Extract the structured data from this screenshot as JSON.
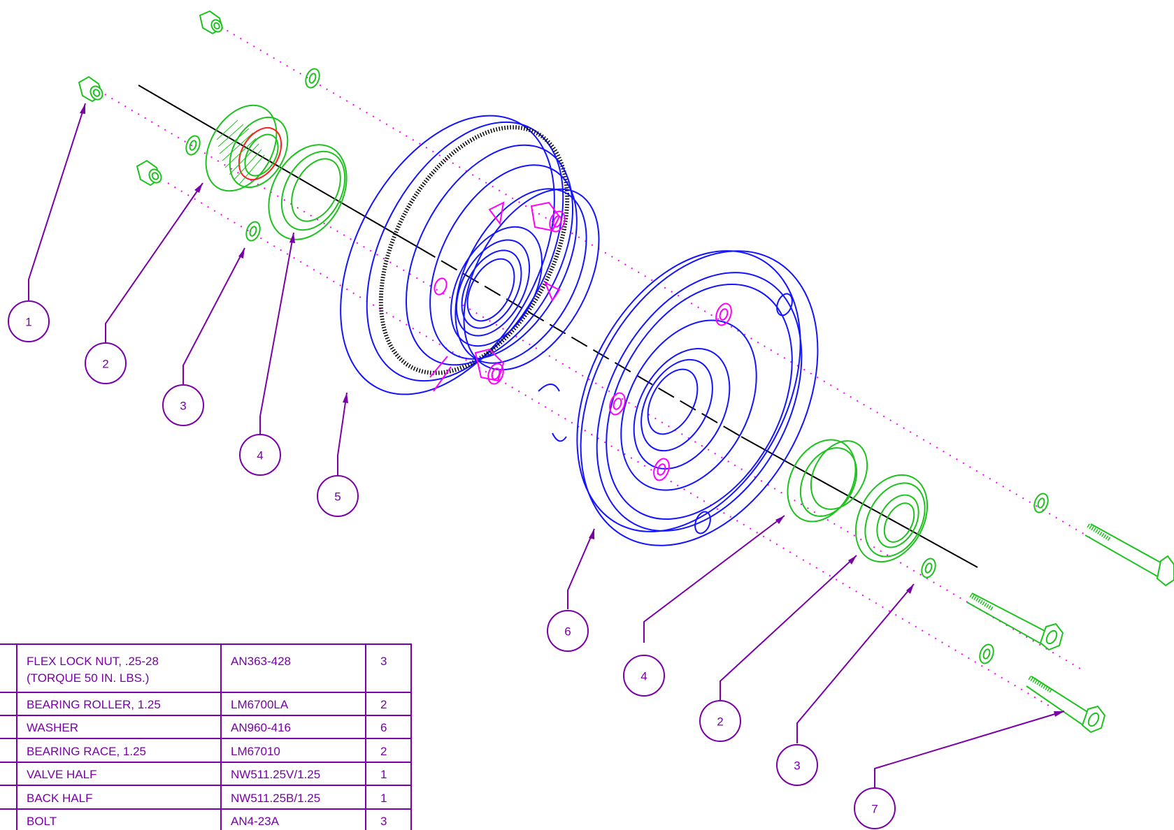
{
  "colors": {
    "callout": "#7a00a8",
    "green": "#1ec21e",
    "blue": "#1414ff",
    "magenta": "#ff00ff",
    "red": "#ff2020",
    "axis": "#000000",
    "dotted": "#ff00ff"
  },
  "callouts": [
    "1",
    "2",
    "3",
    "4",
    "5",
    "6",
    "4",
    "2",
    "3",
    "7"
  ],
  "bom": [
    {
      "desc": "FLEX LOCK NUT, .25-28",
      "desc2": "(TORQUE 50 IN. LBS.)",
      "part": "AN363-428",
      "qty": "3"
    },
    {
      "desc": "BEARING ROLLER, 1.25",
      "part": "LM6700LA",
      "qty": "2"
    },
    {
      "desc": "WASHER",
      "part": "AN960-416",
      "qty": "6"
    },
    {
      "desc": "BEARING RACE, 1.25",
      "part": "LM67010",
      "qty": "2"
    },
    {
      "desc": "VALVE HALF",
      "part": "NW511.25V/1.25",
      "qty": "1"
    },
    {
      "desc": "BACK HALF",
      "part": "NW511.25B/1.25",
      "qty": "1"
    },
    {
      "desc": "BOLT",
      "part": "AN4-23A",
      "qty": "3"
    }
  ]
}
